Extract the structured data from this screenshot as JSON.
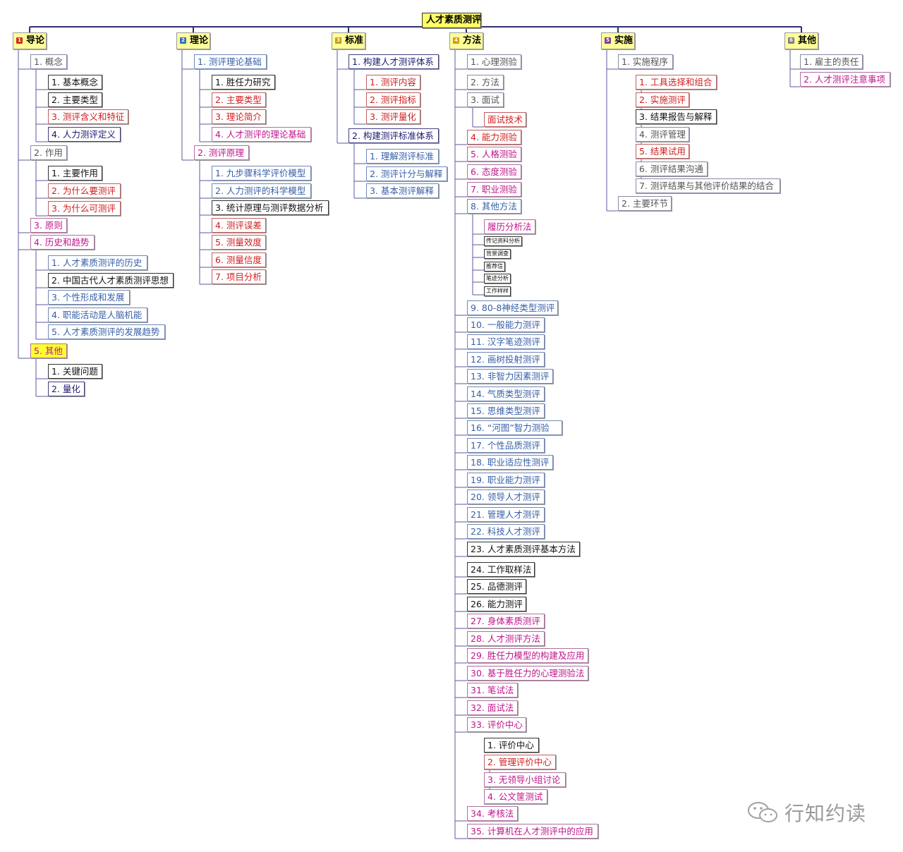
{
  "root": {
    "label": "人才素质测评"
  },
  "branches": [
    {
      "key": "b1",
      "icon": "1",
      "iconColor": "#d03020",
      "label": "导论"
    },
    {
      "key": "b2",
      "icon": "2",
      "iconColor": "#3070c0",
      "label": "理论"
    },
    {
      "key": "b3",
      "icon": "3",
      "iconColor": "#c0a020",
      "label": "标准"
    },
    {
      "key": "b4",
      "icon": "4",
      "iconColor": "#d0a000",
      "label": "方法"
    },
    {
      "key": "b5",
      "icon": "5",
      "iconColor": "#8040a0",
      "label": "实施"
    },
    {
      "key": "b6",
      "icon": "6",
      "iconColor": "#808080",
      "label": "其他"
    }
  ],
  "nodes": [
    {
      "label": "1. 概念",
      "color": "gray"
    },
    {
      "label": "1. 基本概念",
      "color": "black"
    },
    {
      "label": "2. 主要类型",
      "color": "black"
    },
    {
      "label": "3. 测评含义和特征",
      "color": "red"
    },
    {
      "label": "4. 人力测评定义",
      "color": "navy"
    },
    {
      "label": "2. 作用",
      "color": "gray"
    },
    {
      "label": "1. 主要作用",
      "color": "black"
    },
    {
      "label": "2. 为什么要测评",
      "color": "red"
    },
    {
      "label": "3. 为什么可测评",
      "color": "red"
    },
    {
      "label": "3. 原则",
      "color": "pink"
    },
    {
      "label": "4. 历史和趋势",
      "color": "pink"
    },
    {
      "label": "1. 人才素质测评的历史",
      "color": "blue"
    },
    {
      "label": "2. 中国古代人才素质测评思想",
      "color": "black"
    },
    {
      "label": "3. 个性形成和发展",
      "color": "blue"
    },
    {
      "label": "4. 职能活动是人脑机能",
      "color": "blue"
    },
    {
      "label": "5. 人才素质测评的发展趋势",
      "color": "blue"
    },
    {
      "label": "5. 其他",
      "color": "pink"
    },
    {
      "label": "1. 关键问题",
      "color": "black"
    },
    {
      "label": "2. 量化",
      "color": "navy"
    },
    {
      "label": "1. 测评理论基础",
      "color": "blue"
    },
    {
      "label": "1. 胜任力研究",
      "color": "black"
    },
    {
      "label": "2. 主要类型",
      "color": "red"
    },
    {
      "label": "3. 理论简介",
      "color": "red"
    },
    {
      "label": "4. 人才测评的理论基础",
      "color": "pink"
    },
    {
      "label": "2. 测评原理",
      "color": "pink"
    },
    {
      "label": "1. 九步骤科学评价模型",
      "color": "blue"
    },
    {
      "label": "2. 人力测评的科学模型",
      "color": "blue"
    },
    {
      "label": "3. 统计原理与测评数据分析",
      "color": "black"
    },
    {
      "label": "4. 测评误差",
      "color": "red"
    },
    {
      "label": "5. 测量效度",
      "color": "red"
    },
    {
      "label": "6. 测量信度",
      "color": "red"
    },
    {
      "label": "7. 项目分析",
      "color": "red"
    },
    {
      "label": "1. 构建人才测评体系",
      "color": "navy"
    },
    {
      "label": "1. 测评内容",
      "color": "red"
    },
    {
      "label": "2. 测评指标",
      "color": "red"
    },
    {
      "label": "3. 测评量化",
      "color": "red"
    },
    {
      "label": "2. 构建测评标准体系",
      "color": "navy"
    },
    {
      "label": "1. 理解测评标准",
      "color": "blue"
    },
    {
      "label": "2. 测评计分与解释",
      "color": "blue"
    },
    {
      "label": "3. 基本测评解释",
      "color": "blue"
    },
    {
      "label": "1. 心理测验",
      "color": "gray"
    },
    {
      "label": "2. 方法",
      "color": "gray"
    },
    {
      "label": "3. 面试",
      "color": "gray"
    },
    {
      "label": "面试技术",
      "color": "red"
    },
    {
      "label": "4. 能力测验",
      "color": "red"
    },
    {
      "label": "5. 人格测验",
      "color": "pink"
    },
    {
      "label": "6. 态度测验",
      "color": "pink"
    },
    {
      "label": "7. 职业测验",
      "color": "pink"
    },
    {
      "label": "8. 其他方法",
      "color": "blue"
    },
    {
      "label": "履历分析法",
      "color": "pink"
    },
    {
      "label": "传记资料分析",
      "color": "black"
    },
    {
      "label": "背景调查",
      "color": "black"
    },
    {
      "label": "推荐信",
      "color": "black"
    },
    {
      "label": "笔迹分析",
      "color": "black"
    },
    {
      "label": "工作样样",
      "color": "black"
    },
    {
      "label": "9. 80-8神经类型测评",
      "color": "blue"
    },
    {
      "label": "10. 一般能力测评",
      "color": "blue"
    },
    {
      "label": "11. 汉字笔迹测评",
      "color": "blue"
    },
    {
      "label": "12. 画树投射测评",
      "color": "blue"
    },
    {
      "label": "13. 非智力因素测评",
      "color": "blue"
    },
    {
      "label": "14. 气质类型测评",
      "color": "blue"
    },
    {
      "label": "15. 思维类型测评",
      "color": "blue"
    },
    {
      "label": "16. “河图”智力测验",
      "color": "blue"
    },
    {
      "label": "17. 个性品质测评",
      "color": "blue"
    },
    {
      "label": "18. 职业适应性测评",
      "color": "blue"
    },
    {
      "label": "19. 职业能力测评",
      "color": "blue"
    },
    {
      "label": "20. 领导人才测评",
      "color": "blue"
    },
    {
      "label": "21. 管理人才测评",
      "color": "blue"
    },
    {
      "label": "22. 科技人才测评",
      "color": "blue"
    },
    {
      "label": "23. 人才素质测评基本方法",
      "color": "black"
    },
    {
      "label": "24. 工作取样法",
      "color": "black"
    },
    {
      "label": "25. 品德测评",
      "color": "black"
    },
    {
      "label": "26. 能力测评",
      "color": "black"
    },
    {
      "label": "27. 身体素质测评",
      "color": "pink"
    },
    {
      "label": "28. 人才测评方法",
      "color": "pink"
    },
    {
      "label": "29. 胜任力模型的构建及应用",
      "color": "pink"
    },
    {
      "label": "30. 基于胜任力的心理测验法",
      "color": "pink"
    },
    {
      "label": "31. 笔试法",
      "color": "pink"
    },
    {
      "label": "32. 面试法",
      "color": "pink"
    },
    {
      "label": "33. 评价中心",
      "color": "pink"
    },
    {
      "label": "1. 评价中心",
      "color": "black"
    },
    {
      "label": "2. 管理评价中心",
      "color": "red"
    },
    {
      "label": "3. 无领导小组讨论",
      "color": "pink"
    },
    {
      "label": "4. 公文筐测试",
      "color": "pink"
    },
    {
      "label": "34. 考核法",
      "color": "pink"
    },
    {
      "label": "35. 计算机在人才测评中的应用",
      "color": "pink"
    },
    {
      "label": "1. 实施程序",
      "color": "gray"
    },
    {
      "label": "1. 工具选择和组合",
      "color": "red"
    },
    {
      "label": "2. 实施测评",
      "color": "red"
    },
    {
      "label": "3. 结果报告与解释",
      "color": "black"
    },
    {
      "label": "4. 测评管理",
      "color": "gray"
    },
    {
      "label": "5. 结果试用",
      "color": "red"
    },
    {
      "label": "6. 测评结果沟通",
      "color": "gray"
    },
    {
      "label": "7. 测评结果与其他评价结果的结合",
      "color": "gray"
    },
    {
      "label": "2. 主要环节",
      "color": "gray"
    },
    {
      "label": "1. 雇主的责任",
      "color": "gray"
    },
    {
      "label": "2. 人才测评注意事项",
      "color": "pink"
    }
  ],
  "watermark": {
    "text": "行知约读"
  }
}
